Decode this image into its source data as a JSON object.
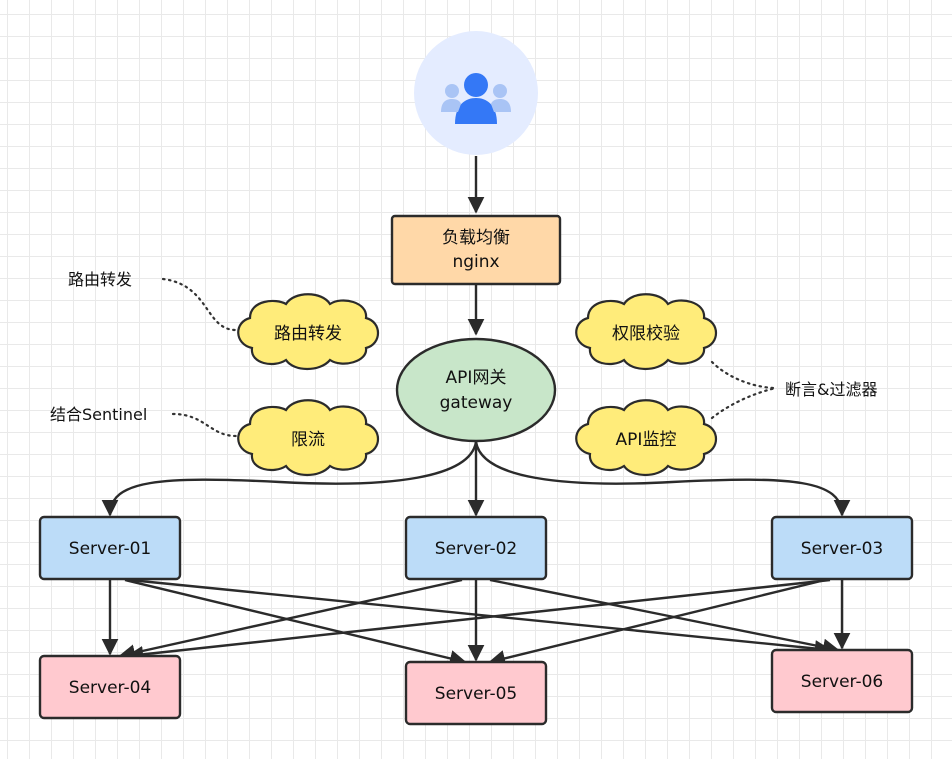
{
  "colors": {
    "load_balancer": "#ffd8a8",
    "gateway": "#c8e6c9",
    "server_upper": "#bcdcf8",
    "server_lower": "#ffc9cf",
    "cloud": "#ffec7a",
    "user_circle": "#e4ecff",
    "user_icon": "#3478f6"
  },
  "client": {
    "icon": "users-icon"
  },
  "load_balancer": {
    "line1": "负载均衡",
    "line2": "nginx"
  },
  "gateway": {
    "line1": "API网关",
    "line2": "gateway"
  },
  "clouds": {
    "routing": "路由转发",
    "rate_limit": "限流",
    "auth": "权限校验",
    "monitor": "API监控"
  },
  "annotations": {
    "routing": "路由转发",
    "sentinel": "结合Sentinel",
    "predicates": "断言&过滤器"
  },
  "servers": {
    "s01": "Server-01",
    "s02": "Server-02",
    "s03": "Server-03",
    "s04": "Server-04",
    "s05": "Server-05",
    "s06": "Server-06"
  }
}
